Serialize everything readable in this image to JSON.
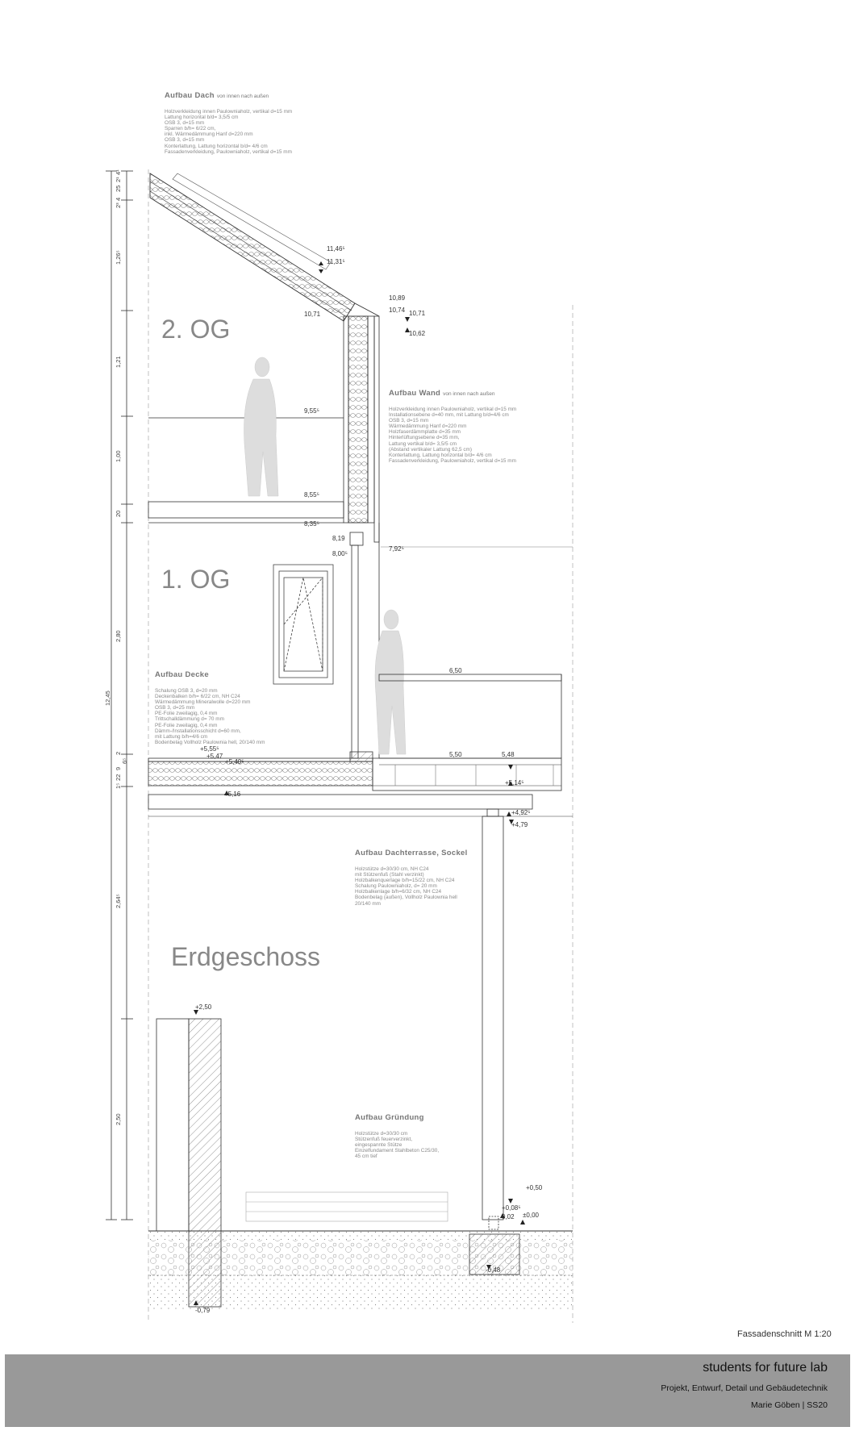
{
  "floors": {
    "og2": "2. OG",
    "og1": "1. OG",
    "eg": "Erdgeschoss"
  },
  "blocks": {
    "dach": {
      "title": "Aufbau Dach",
      "subtitle": "von innen nach außen",
      "lines": [
        "Holzverkleidung innen Paulowniaholz, vertikal d=15 mm",
        "Lattung horizontal b/d= 3,5/5 cm",
        "OSB 3, d=15 mm",
        "Sparren b/h= 6/22 cm,",
        "inkl. Wärmedämmung Hanf d=220 mm",
        "OSB 3, d=15 mm",
        "Konterlattung, Lattung horizontal b/d= 4/6 cm",
        "Fassadenverkleidung, Paulowniaholz, vertikal d=15 mm"
      ]
    },
    "wand": {
      "title": "Aufbau Wand",
      "subtitle": "von innen nach außen",
      "lines": [
        "Holzverkleidung innen Paulowniaholz, vertikal d=15 mm",
        "Installationsebene d=40 mm, mit Lattung b/d=4/6 cm",
        "OSB 3, d=15 mm",
        "Wärmedämmung Hanf d=220 mm",
        "Holzfaserdämmplatte d=35 mm",
        "Hinterlüftungsebene d=35 mm,",
        "Lattung vertikal b/d= 3,5/5 cm",
        "(Abstand vertikaler Lattung 62,5 cm)",
        "Konterlattung, Lattung horizontal b/d= 4/6 cm",
        "Fassadenverkleidung, Paulowniaholz, vertikal d=15 mm"
      ]
    },
    "decke": {
      "title": "Aufbau Decke",
      "subtitle": "",
      "lines": [
        "Schalung OSB 3, d=20 mm",
        "Deckenbalken b/h= 6/22 cm, NH C24",
        "Wärmedämmung Mineralwolle d=220 mm",
        "OSB 3, d=25 mm",
        "PE-Folie zweilagig, 0,4 mm",
        "Trittschalldämmung d= 70 mm",
        "PE-Folie zweilagig, 0,4 mm",
        "Dämm-/Installationsschicht d=60 mm,",
        "mit Lattung b/h=4/6 cm",
        "Bodenbelag Vollholz Paulownia hell, 20/140 mm"
      ]
    },
    "terrasse": {
      "title": "Aufbau Dachterrasse, Sockel",
      "subtitle": "",
      "lines": [
        "Holzstütze d=30/30 cm, NH C24",
        "mit Stützenfuß (Stahl verzinkt)",
        "Holzbalkenquerlage  b/h=15/22 cm, NH C24",
        "Schalung Paulowniaholz, d= 20 mm",
        "Holzbalkenlage b/h=6/32 cm, NH C24",
        "Bodenbelag (außen), Vollholz Paulownia hell",
        "20/140 mm"
      ]
    },
    "gruendung": {
      "title": "Aufbau Gründung",
      "subtitle": "",
      "lines": [
        "Holzstütze  d=30/30 cm",
        "Stützenfuß feuerverzinkt,",
        "eingespannte Stütze",
        "Einzelfundament Stahlbeton C25/30,",
        "45 cm tief"
      ]
    }
  },
  "levels": [
    {
      "id": "l1146",
      "text": "11,46⁵"
    },
    {
      "id": "l1131",
      "text": "11,31⁵"
    },
    {
      "id": "l1089",
      "text": "10,89"
    },
    {
      "id": "l1074",
      "text": "10,74"
    },
    {
      "id": "l1071b",
      "text": "10,71"
    },
    {
      "id": "l1071a",
      "text": "10,71"
    },
    {
      "id": "l1062",
      "text": "10,62"
    },
    {
      "id": "l955",
      "text": "9,55⁵"
    },
    {
      "id": "l855",
      "text": "8,55⁵"
    },
    {
      "id": "l835",
      "text": "8,35⁵"
    },
    {
      "id": "l819",
      "text": "8,19"
    },
    {
      "id": "l800",
      "text": "8,00⁵"
    },
    {
      "id": "l792",
      "text": "7,92⁵"
    },
    {
      "id": "l650",
      "text": "6,50"
    },
    {
      "id": "l555",
      "text": "+5,55⁵"
    },
    {
      "id": "l547",
      "text": "+5,47"
    },
    {
      "id": "l540",
      "text": "+5,40⁵"
    },
    {
      "id": "l550",
      "text": "5,50"
    },
    {
      "id": "l548",
      "text": "5,48"
    },
    {
      "id": "l514",
      "text": "+5,14⁵"
    },
    {
      "id": "l516",
      "text": "+5,16"
    },
    {
      "id": "l492",
      "text": "+4,92⁵"
    },
    {
      "id": "l479",
      "text": "+4,79"
    },
    {
      "id": "l250",
      "text": "+2,50"
    },
    {
      "id": "l050",
      "text": "+0,50"
    },
    {
      "id": "l008",
      "text": "+0,08⁵"
    },
    {
      "id": "l002",
      "text": "0,02"
    },
    {
      "id": "l000",
      "text": "±0,00"
    },
    {
      "id": "l048",
      "text": "-0,48"
    },
    {
      "id": "l079",
      "text": "-0,79"
    }
  ],
  "dims": {
    "total": "12,45",
    "d1": "2¹",
    "d2": "4¹",
    "d3": "25",
    "d4": "2³",
    "d5": "4",
    "d6": "1,26⁵",
    "d7": "1,21",
    "d8": "1,00",
    "d9": "20",
    "d10": "2,80",
    "d11": "2",
    "d12": "6⁵",
    "d13": "9",
    "d14": "1⁵",
    "d15": "22",
    "d16": "2,64⁵",
    "d17": "2,50"
  },
  "title_block": {
    "scale": "Fassadenschnitt M 1:20",
    "lab": "students for future lab",
    "course": "Projekt, Entwurf, Detail und Gebäudetechnik",
    "author": "Marie Göben  | SS20"
  },
  "colors": {
    "line": "#333333",
    "hatch": "#777777",
    "footer": "#999999",
    "text": "#888888"
  }
}
